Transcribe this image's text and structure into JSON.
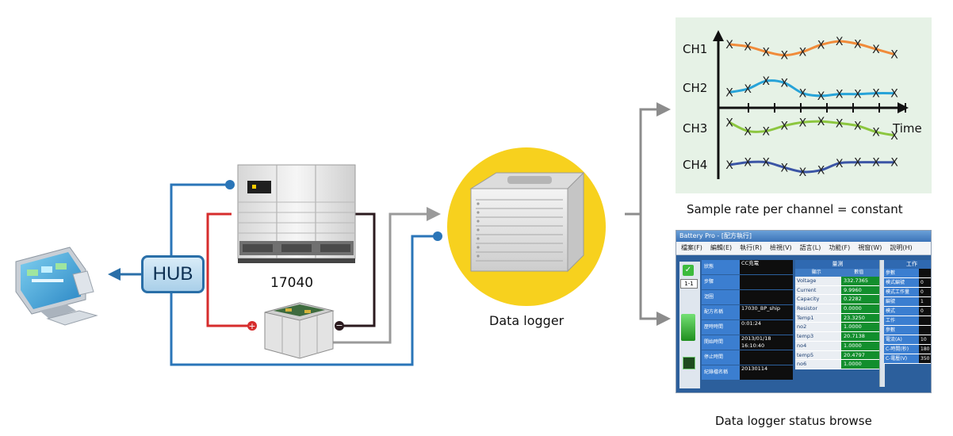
{
  "labels": {
    "hub": "HUB",
    "cycler_model": "17040",
    "data_logger": "Data logger",
    "sample_rate_caption": "Sample rate per channel = constant",
    "status_browse_caption": "Data logger status browse"
  },
  "chart_data": {
    "type": "line",
    "xlabel": "Time",
    "series": [
      {
        "name": "CH1",
        "values": [
          0.55,
          0.3,
          -0.3,
          -0.7,
          -0.3,
          0.5,
          0.9,
          0.6,
          0.0,
          -0.6
        ]
      },
      {
        "name": "CH2",
        "values": [
          -0.5,
          -0.1,
          0.8,
          0.6,
          -0.6,
          -0.9,
          -0.7,
          -0.7,
          -0.6,
          -0.6
        ]
      },
      {
        "name": "CH3",
        "values": [
          0.7,
          -0.3,
          -0.3,
          0.3,
          0.7,
          0.8,
          0.6,
          0.3,
          -0.4,
          -0.8
        ]
      },
      {
        "name": "CH4",
        "values": [
          0.0,
          0.3,
          0.3,
          -0.3,
          -0.8,
          -0.6,
          0.2,
          0.3,
          0.3,
          0.3
        ]
      }
    ],
    "colors": [
      "#f08b3a",
      "#27a3d8",
      "#8cc63f",
      "#3b55a5"
    ],
    "marker": "X",
    "axis_color": "#111111"
  },
  "status_window": {
    "title": "Battery Pro - [配方執行]",
    "menu": [
      "檔案(F)",
      "編輯(E)",
      "執行(R)",
      "檢視(V)",
      "語言(L)",
      "功能(F)",
      "視窗(W)",
      "說明(H)"
    ],
    "tab": "1-1",
    "left_rows": [
      {
        "k": "狀態",
        "v": "CC充電"
      },
      {
        "k": "步驟",
        "v": ""
      },
      {
        "k": "迴圈",
        "v": ""
      },
      {
        "k": "配方名稱",
        "v": "17030_BP_ship"
      },
      {
        "k": "歷時時間",
        "v": "0:01:24"
      },
      {
        "k": "開始時間",
        "v": "2013/01/18 16:10:40"
      },
      {
        "k": "停止時間",
        "v": ""
      },
      {
        "k": "紀錄檔名稱",
        "v": "20130114"
      }
    ],
    "middle_header": "量測",
    "middle_sub": [
      "顯示",
      "數值"
    ],
    "middle_rows": [
      {
        "n": "Voltage",
        "v": "332.7365"
      },
      {
        "n": "Current",
        "v": "9.9960"
      },
      {
        "n": "Capacity",
        "v": "0.2282"
      },
      {
        "n": "Resistor",
        "v": "0.0000"
      },
      {
        "n": "Temp1",
        "v": "23.3250"
      },
      {
        "n": "no2",
        "v": "1.0000"
      },
      {
        "n": "temp3",
        "v": "20.7138"
      },
      {
        "n": "no4",
        "v": "1.0000"
      },
      {
        "n": "temp5",
        "v": "20.4797"
      },
      {
        "n": "no6",
        "v": "1.0000"
      }
    ],
    "right_header": "工作",
    "right_rows": [
      {
        "n": "參數",
        "v": ""
      },
      {
        "n": "模式編號",
        "v": "0"
      },
      {
        "n": "模式工作量",
        "v": "0"
      },
      {
        "n": "編號",
        "v": "1"
      },
      {
        "n": "模式",
        "v": "0"
      },
      {
        "n": "工作",
        "v": ""
      },
      {
        "n": "參數",
        "v": ""
      },
      {
        "n": "電流(A)",
        "v": "10"
      },
      {
        "n": "C-時間(秒)",
        "v": "180"
      },
      {
        "n": "C-電壓(V)",
        "v": "350"
      }
    ]
  }
}
